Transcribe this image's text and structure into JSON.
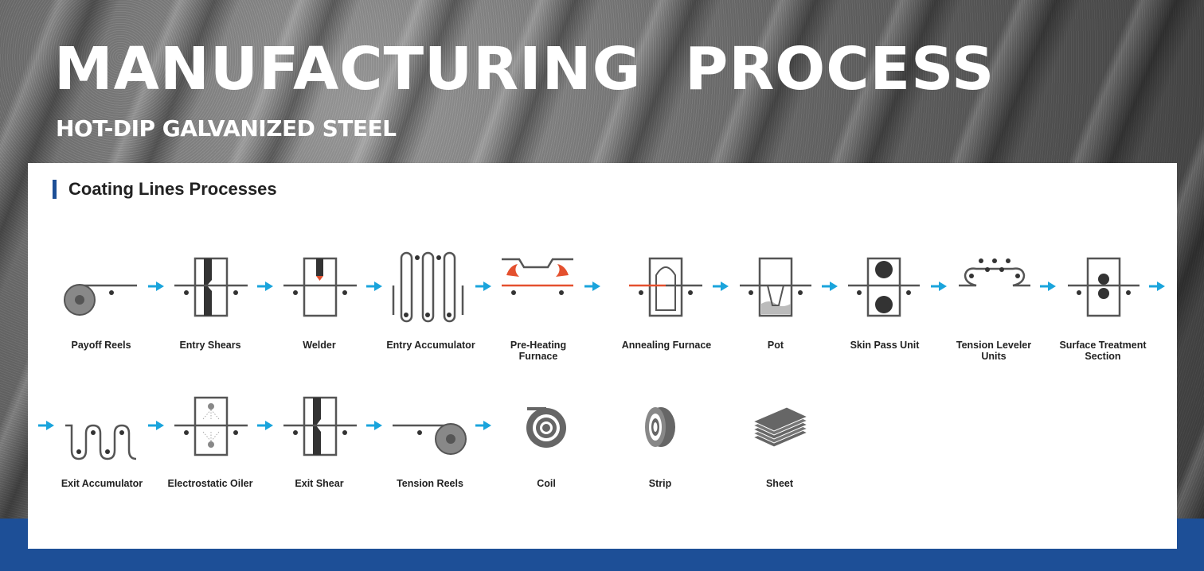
{
  "header": {
    "title": "MANUFACTURING   PROCESS",
    "subtitle": "HOT-DIP GALVANIZED STEEL"
  },
  "section": {
    "title": "Coating Lines Processes"
  },
  "colors": {
    "brand_blue": "#1d4f97",
    "arrow_blue": "#1aa4dc",
    "heat_red": "#e4502e",
    "icon_gray": "#555555"
  },
  "steps": [
    {
      "label": [
        "Payoff Reels"
      ],
      "icon": "payoff-reels-icon"
    },
    {
      "label": [
        "Entry Shears"
      ],
      "icon": "entry-shears-icon"
    },
    {
      "label": [
        "Welder"
      ],
      "icon": "welder-icon"
    },
    {
      "label": [
        "Entry Accumulator"
      ],
      "icon": "entry-accumulator-icon"
    },
    {
      "label": [
        "Pre-Heating",
        "Furnace"
      ],
      "icon": "pre-heating-furnace-icon"
    },
    {
      "label": [
        "Annealing Furnace"
      ],
      "icon": "annealing-furnace-icon"
    },
    {
      "label": [
        "Pot"
      ],
      "icon": "pot-icon"
    },
    {
      "label": [
        "Skin Pass Unit"
      ],
      "icon": "skin-pass-unit-icon"
    },
    {
      "label": [
        "Tension Leveler",
        "Units"
      ],
      "icon": "tension-leveler-icon"
    },
    {
      "label": [
        "Surface Treatment",
        "Section"
      ],
      "icon": "surface-treatment-icon"
    },
    {
      "label": [
        "Exit Accumulator"
      ],
      "icon": "exit-accumulator-icon"
    },
    {
      "label": [
        "Electrostatic Oiler"
      ],
      "icon": "electrostatic-oiler-icon"
    },
    {
      "label": [
        "Exit Shear"
      ],
      "icon": "exit-shear-icon"
    },
    {
      "label": [
        "Tension Reels"
      ],
      "icon": "tension-reels-icon"
    },
    {
      "label": [
        "Coil"
      ],
      "icon": "coil-icon"
    },
    {
      "label": [
        "Strip"
      ],
      "icon": "strip-icon"
    },
    {
      "label": [
        "Sheet"
      ],
      "icon": "sheet-icon"
    }
  ]
}
